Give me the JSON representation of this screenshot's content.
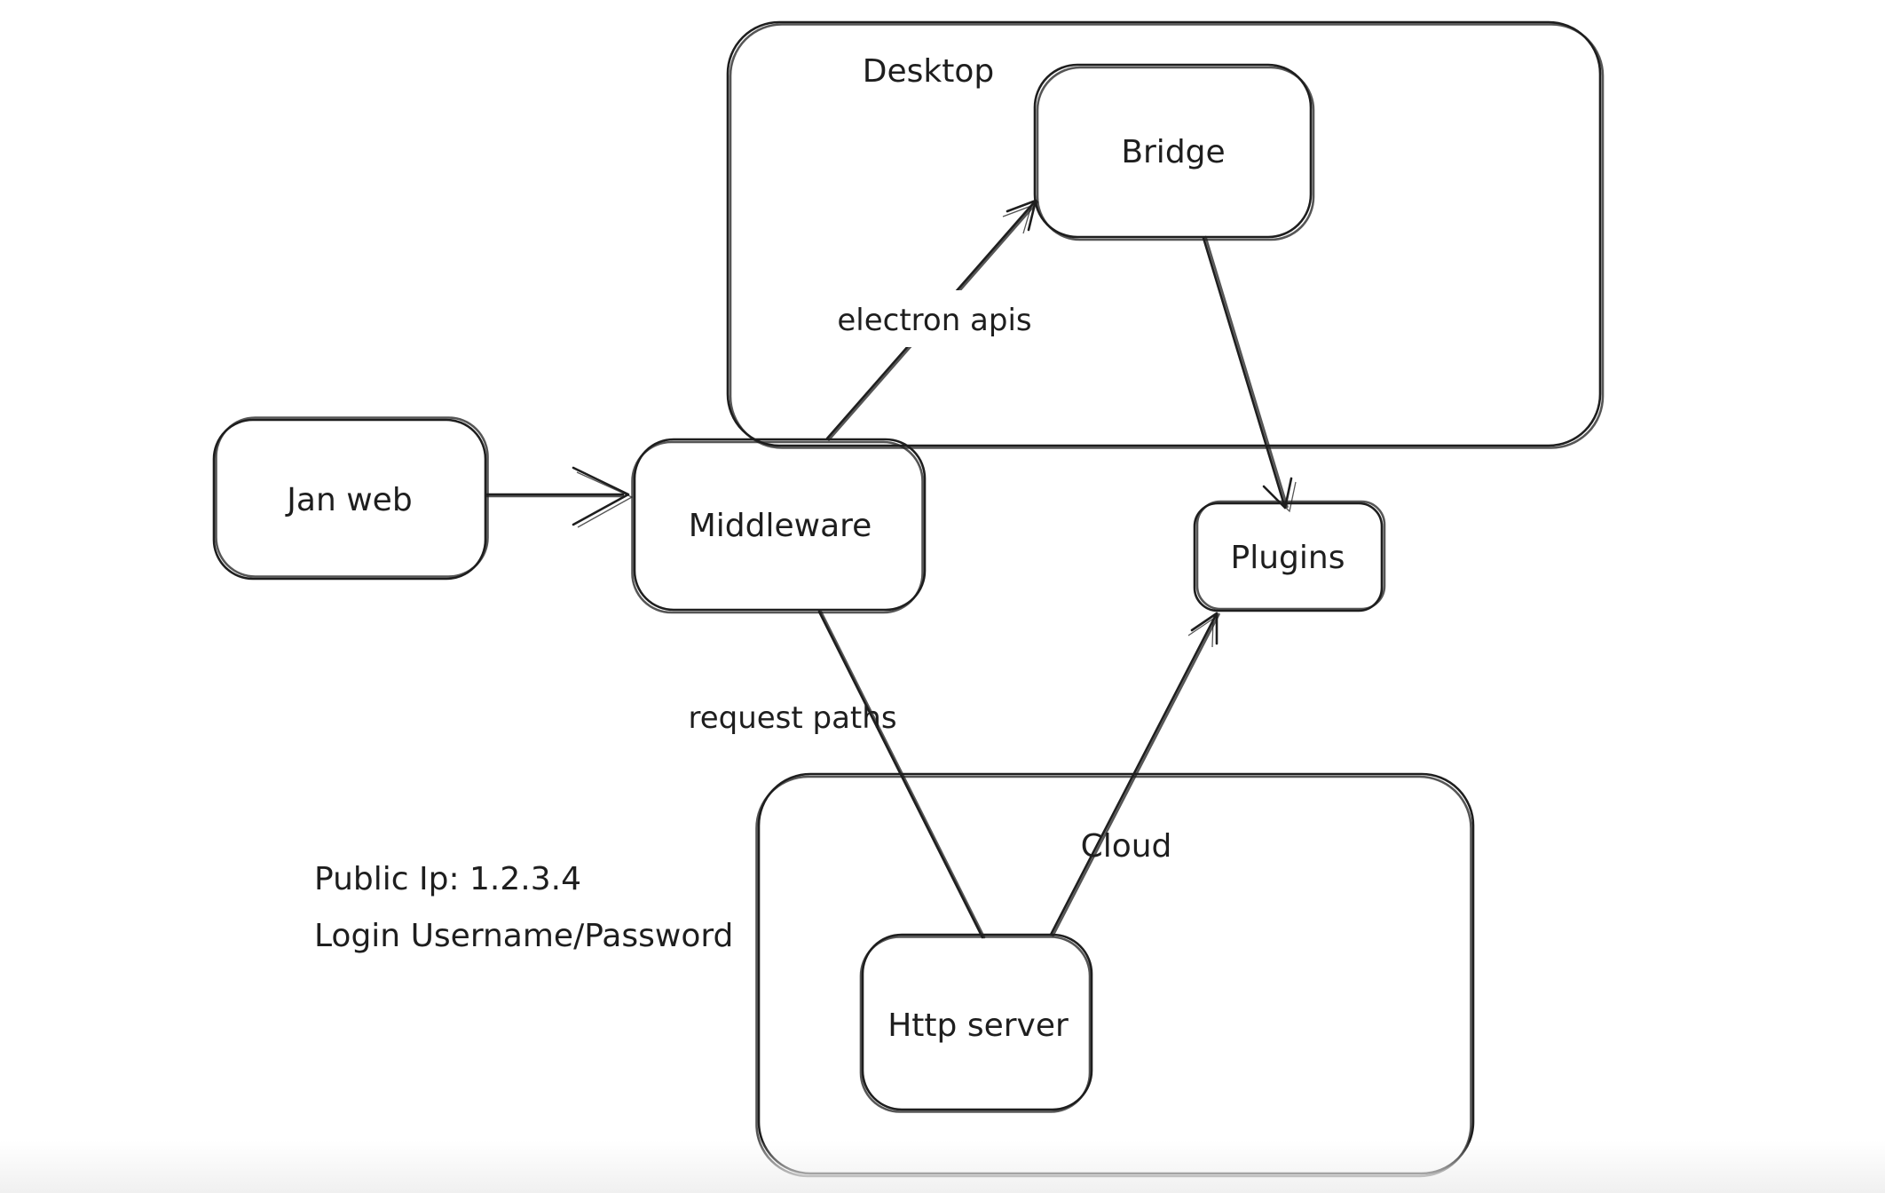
{
  "canvas": {
    "background": "#ffffff",
    "stroke_color": "#1e1e1e",
    "bottom_fade_color": "#f0f0f0"
  },
  "containers": [
    {
      "id": "desktop",
      "label": "Desktop"
    },
    {
      "id": "cloud",
      "label": "Cloud"
    }
  ],
  "nodes": [
    {
      "id": "jan-web",
      "label": "Jan web"
    },
    {
      "id": "middleware",
      "label": "Middleware"
    },
    {
      "id": "bridge",
      "label": "Bridge"
    },
    {
      "id": "plugins",
      "label": "Plugins"
    },
    {
      "id": "http-server",
      "label": "Http server"
    }
  ],
  "edges": [
    {
      "id": "janweb-to-middleware",
      "from": "Jan web",
      "to": "Middleware",
      "label": "",
      "arrowhead": "open-chevron"
    },
    {
      "id": "middleware-to-bridge",
      "from": "Middleware",
      "to": "Bridge",
      "label": "electron apis",
      "arrowhead": "barbs"
    },
    {
      "id": "bridge-to-plugins",
      "from": "Bridge",
      "to": "Plugins",
      "label": "",
      "arrowhead": "barbs"
    },
    {
      "id": "middleware-to-httpserver",
      "from": "Middleware",
      "to": "Http server",
      "label": "request paths",
      "arrowhead": "none"
    },
    {
      "id": "httpserver-to-plugins",
      "from": "Http server",
      "to": "Plugins",
      "label": "",
      "arrowhead": "barbs"
    }
  ],
  "annotation": {
    "line1": "Public Ip: 1.2.3.4",
    "line2": "Login Username/Password"
  }
}
